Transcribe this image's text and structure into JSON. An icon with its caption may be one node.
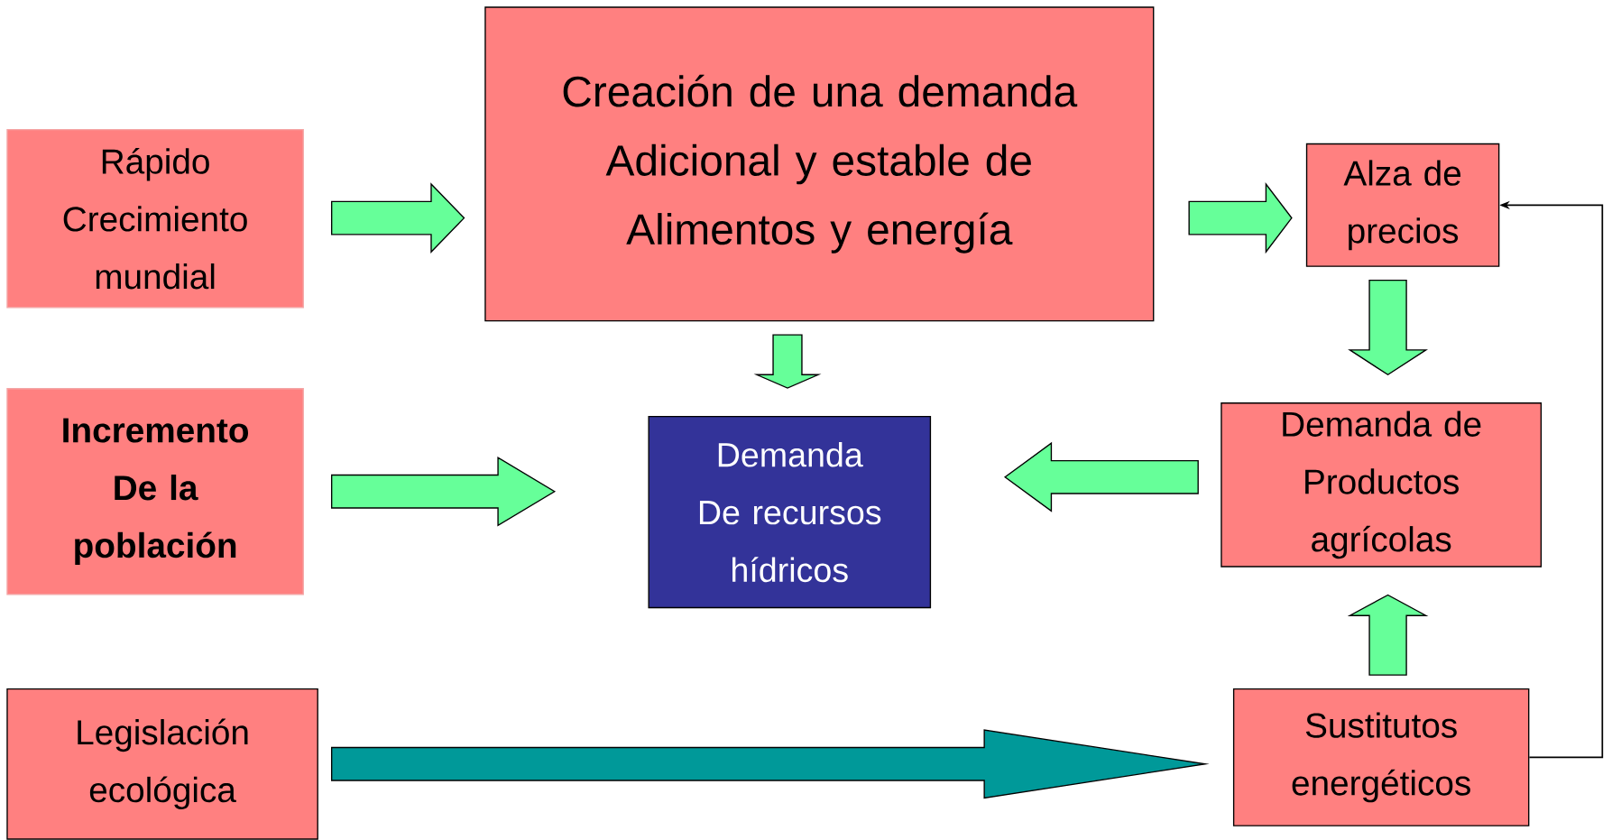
{
  "diagram": {
    "nodes": [
      {
        "text": [
          "Rápido Crecimiento mundial"
        ]
      },
      {
        "text": [
          "Creación de una demanda Adicional y estable de Alimentos y energía"
        ]
      },
      {
        "text": [
          "Alza de precios"
        ]
      },
      {
        "text": [
          "Incremento De la población"
        ]
      },
      {
        "text": [
          "Demanda De recursos hídricos"
        ]
      },
      {
        "text": [
          "Demanda de Productos agrícolas"
        ]
      },
      {
        "text": [
          "Legislación ecológica"
        ]
      },
      {
        "text": [
          "Sustitutos energéticos"
        ]
      }
    ],
    "edges": [
      {
        "from": 0,
        "to": 1,
        "arrow": "to"
      },
      {
        "from": 1,
        "to": 4,
        "arrow": "to"
      },
      {
        "from": 1,
        "to": 2,
        "arrow": "to"
      },
      {
        "from": 3,
        "to": 4,
        "arrow": "to"
      },
      {
        "from": 5,
        "to": 4,
        "arrow": "to"
      },
      {
        "from": 2,
        "to": 5,
        "arrow": "to"
      },
      {
        "from": 7,
        "to": 5,
        "arrow": "to"
      },
      {
        "from": 6,
        "to": 7,
        "arrow": "to",
        "color": "#009999"
      },
      {
        "from": 7,
        "to": 2,
        "arrow": "to",
        "color": "#000000"
      }
    ]
  }
}
